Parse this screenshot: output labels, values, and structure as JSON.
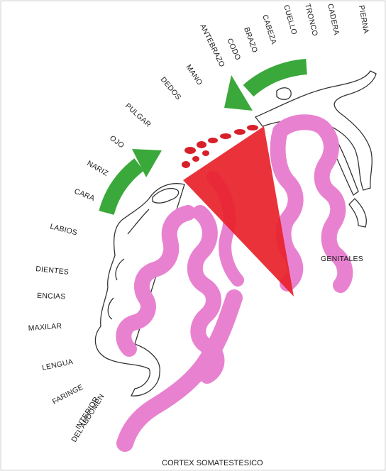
{
  "diagram": {
    "caption": "CORTEX SOMATESTESICO",
    "labels": {
      "pierna": "PIERNA",
      "cadera": "CADERA",
      "tronco": "TRONCO",
      "cuello": "CUELLO",
      "cabeza": "CABEZA",
      "brazo": "BRAZO",
      "codo": "CODO",
      "antebrazo": "ANTEBRAZO",
      "mano": "MANO",
      "dedos": "DEDOS",
      "pulgar": "PULGAR",
      "ojo": "OJO",
      "nariz": "NARIZ",
      "cara": "CARA",
      "labios": "LABIOS",
      "dientes": "DIENTES",
      "encias": "ENCIAS",
      "maxilar": "MAXILAR",
      "lengua": "LENGUA",
      "faringe": "FARINGE",
      "interior_line1": "INTERIOR",
      "interior_line2": "DEL ABDOMEN",
      "genitales": "GENITALES"
    },
    "colors": {
      "cortex": "#e882d0",
      "highlight": "#e8212a",
      "arrow": "#3aa83a",
      "outline": "#2a2a2a"
    }
  }
}
